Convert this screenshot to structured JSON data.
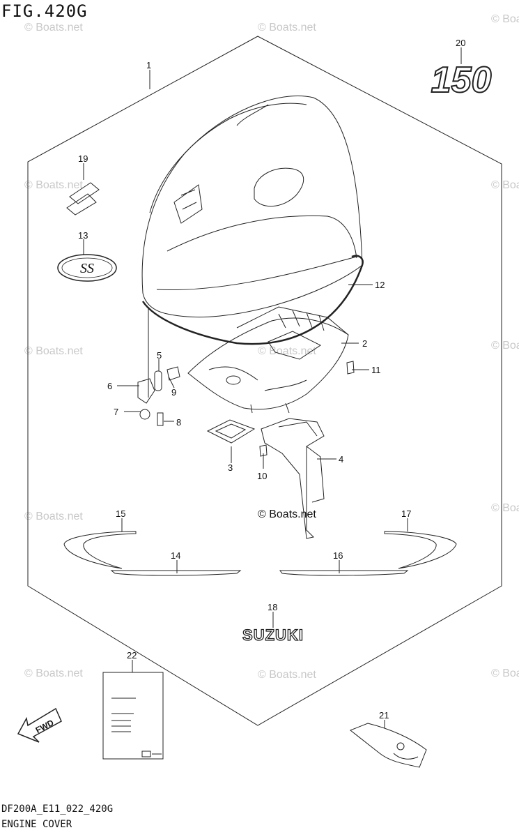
{
  "header": {
    "figure_title": "FIG.420G"
  },
  "footer": {
    "code": "DF200A_E11_022_420G",
    "name": "ENGINE COVER"
  },
  "watermark": "© Boats.net",
  "center_copyright": "© Boats.net",
  "decals": {
    "model_number": "150",
    "brand": "SUZUKI",
    "fwd": "FWD",
    "badge": "SS"
  },
  "callouts": [
    "1",
    "2",
    "3",
    "4",
    "5",
    "6",
    "7",
    "8",
    "9",
    "10",
    "11",
    "12",
    "13",
    "14",
    "15",
    "16",
    "17",
    "18",
    "19",
    "20",
    "21",
    "22"
  ]
}
